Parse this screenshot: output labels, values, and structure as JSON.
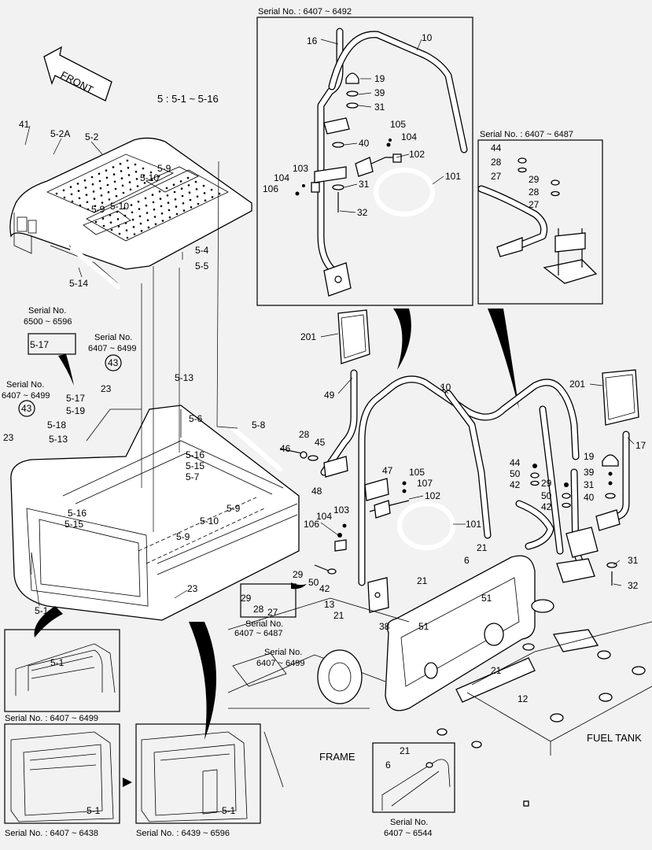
{
  "title": "5 : 5-1 ~ 5-16",
  "front_label": "FRONT",
  "frame_label": "FRAME",
  "fuel_tank_label": "FUEL TANK",
  "serials": {
    "top_box": "Serial No. : 6407 ~ 6492",
    "right_box": "Serial No. : 6407 ~ 6487",
    "s6500_line1": "Serial No.",
    "s6500_line2": "6500 ~ 6596",
    "s6407_6499_a_line1": "Serial No.",
    "s6407_6499_a_line2": "6407 ~ 6499",
    "s6407_6499_b_line1": "Serial No.",
    "s6407_6499_b_line2": "6407 ~ 6499",
    "s6407_6487_line1": "Serial No.",
    "s6407_6487_line2": "6407 ~ 6487",
    "s6407_6499_c_line1": "Serial No.",
    "s6407_6499_c_line2": "6407 ~ 6499",
    "inset_mid": "Serial No. : 6407 ~ 6499",
    "inset_bl": "Serial No. : 6407 ~ 6438",
    "inset_bm": "Serial No. : 6439 ~ 6596",
    "inset_br_line1": "Serial No.",
    "inset_br_line2": "6407 ~ 6544"
  },
  "labels": {
    "c43a": "43",
    "c43b": "43",
    "p41": "41",
    "p52a": "5-2A",
    "p52": "5-2",
    "p59a": "5-9",
    "p510a": "5-10",
    "p59b": "5-9",
    "p510b": "5-10",
    "p54": "5-4",
    "p55": "5-5",
    "p514": "5-14",
    "p517a": "5-17",
    "p23a": "23",
    "p517b": "5-17",
    "p519": "5-19",
    "p23b": "23",
    "p518": "5-18",
    "p513a": "5-13",
    "p513b": "5-13",
    "p56": "5-6",
    "p58": "5-8",
    "p516a": "5-16",
    "p515a": "5-15",
    "p57": "5-7",
    "p516b": "5-16",
    "p515b": "5-15",
    "p59c": "5-9",
    "p510c": "5-10",
    "p59d": "5-9",
    "p23c": "23",
    "p51": "5-1",
    "p46": "46",
    "p28a": "28",
    "p45": "45",
    "p48": "48",
    "p47": "47",
    "p105a": "105",
    "p107": "107",
    "p102a": "102",
    "p104a": "104",
    "p103a": "103",
    "p106a": "106",
    "p101a": "101",
    "p29a": "29",
    "p28b": "28",
    "p27a": "27",
    "p29b": "29",
    "p50a": "50",
    "p42a": "42",
    "p13": "13",
    "p21a": "21",
    "p38": "38",
    "p16": "16",
    "p10a": "10",
    "p19a": "19",
    "p39a": "39",
    "p31a": "31",
    "p105b": "105",
    "p104b": "104",
    "p40a": "40",
    "p102b": "102",
    "p103b": "103",
    "p104c": "104",
    "p106b": "106",
    "p31b": "31",
    "p101b": "101",
    "p32a": "32",
    "p44a": "44",
    "p28c": "28",
    "p27b": "27",
    "p29c": "29",
    "p28d": "28",
    "p27c": "27",
    "p201a": "201",
    "p49": "49",
    "p10b": "10",
    "p201b": "201",
    "p17": "17",
    "p44b": "44",
    "p50b": "50",
    "p42b": "42",
    "p29d": "29",
    "p50c": "50",
    "p42c": "42",
    "p19b": "19",
    "p39b": "39",
    "p31c": "31",
    "p40b": "40",
    "p31d": "31",
    "p32b": "32",
    "p21b": "21",
    "p6a": "6",
    "p21c": "21",
    "p51a": "51",
    "p51b": "51",
    "p21d": "21",
    "p12": "12",
    "p51c": "5-1",
    "p51d": "5-1",
    "p51e": "5-1",
    "p21e": "21",
    "p6b": "6"
  }
}
